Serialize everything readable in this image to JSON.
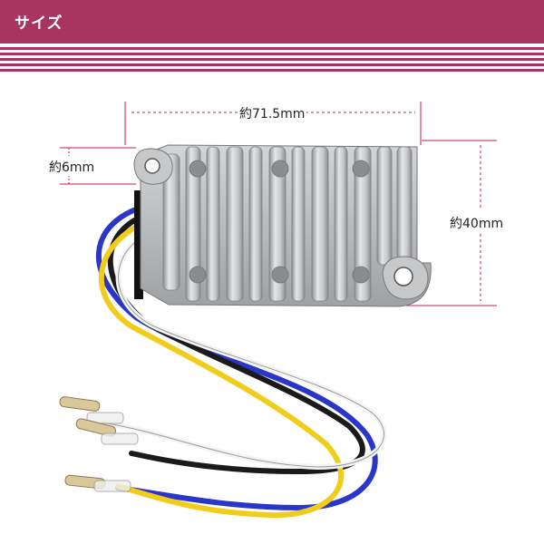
{
  "header": {
    "title": "サイズ"
  },
  "dimensions": {
    "width": "約71.5mm",
    "thickness": "約6mm",
    "height": "約40mm"
  },
  "colors": {
    "brand": "#a8355f",
    "dimension_line": "#c21e56",
    "body": "#b7b9bb",
    "wire_yellow": "#f2cc1a",
    "wire_white": "#f4f4f4",
    "wire_black": "#1a1a1a",
    "wire_blue": "#2a36c8"
  }
}
